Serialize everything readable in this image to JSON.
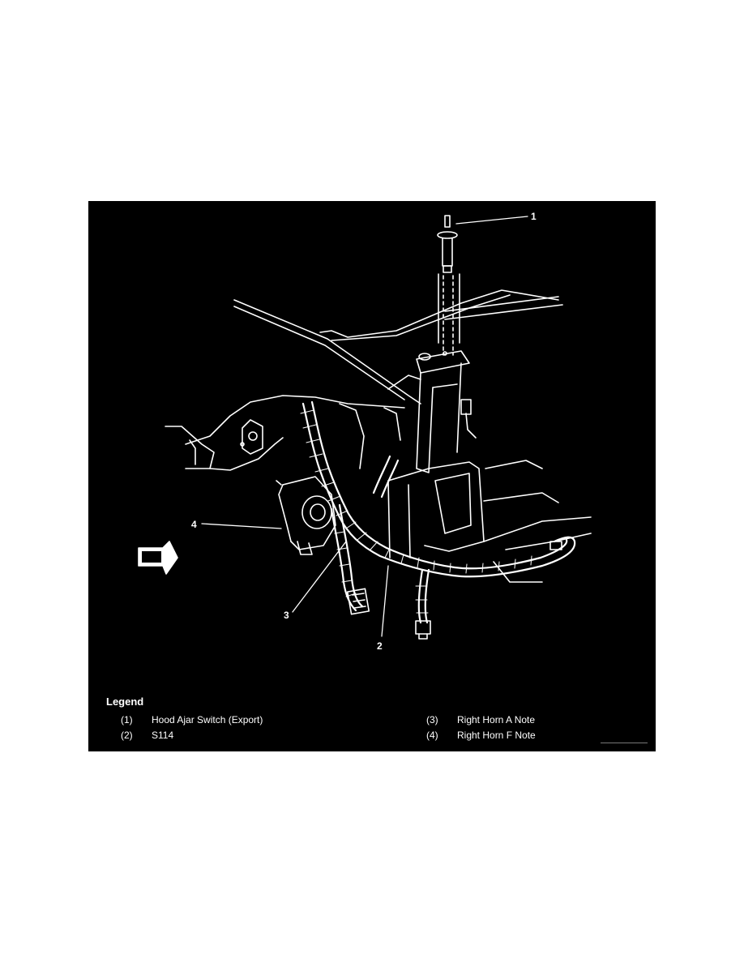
{
  "figure": {
    "callouts": [
      "1",
      "2",
      "3",
      "4"
    ],
    "legend": {
      "title": "Legend",
      "items": [
        {
          "num": "(1)",
          "label": "Hood Ajar Switch (Export)"
        },
        {
          "num": "(2)",
          "label": "S114"
        },
        {
          "num": "(3)",
          "label": "Right Horn A Note"
        },
        {
          "num": "(4)",
          "label": "Right Horn F Note"
        }
      ]
    },
    "colors": {
      "background": "#000000",
      "line": "#ffffff"
    }
  }
}
